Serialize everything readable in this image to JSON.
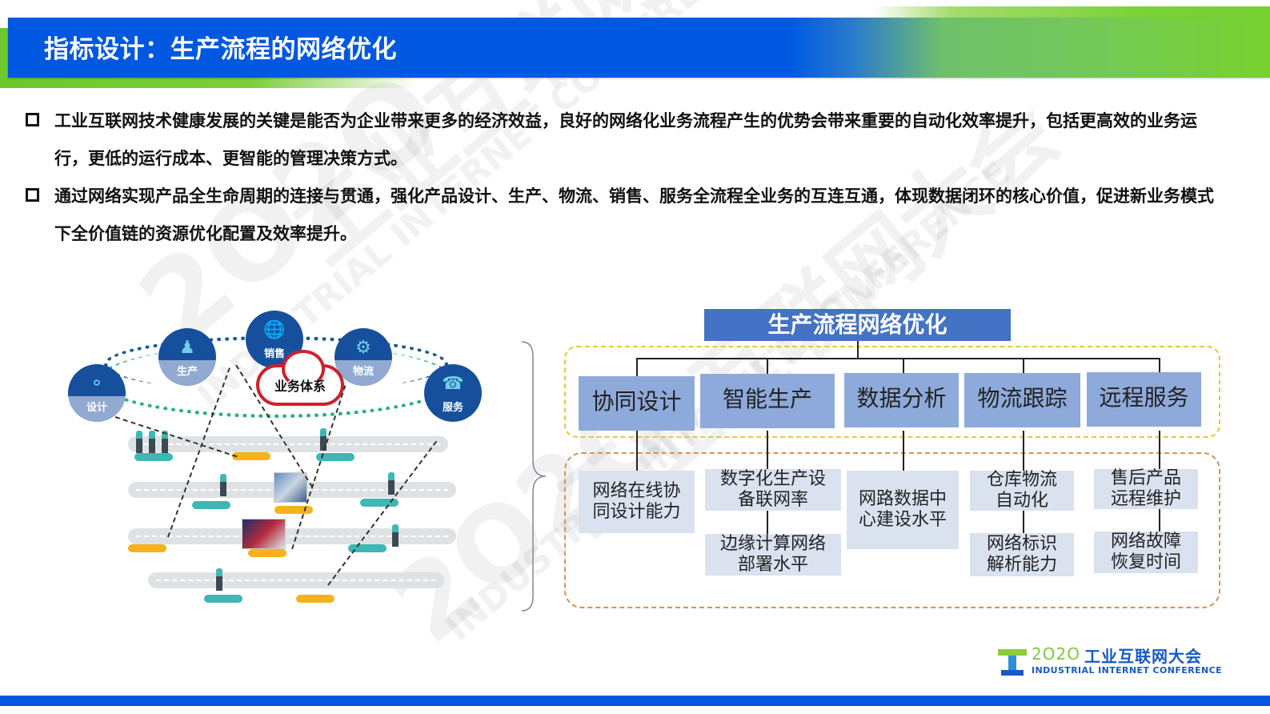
{
  "header": {
    "title": "指标设计：生产流程的网络优化",
    "colors": {
      "blue": "#0058e0",
      "green": "#77d22e"
    }
  },
  "watermark": {
    "year": "2O2O",
    "cn": "工业互联网大会",
    "en": "INDUSTRIAL INTERNET CONFERENCE"
  },
  "bullets": [
    {
      "text": "工业互联网技术健康发展的关键是能否为企业带来更多的经济效益，良好的网络化业务流程产生的优势会带来重要的自动化效率提升，包括更高效的业务运行，更低的运行成本、更智能的管理决策方式。"
    },
    {
      "text": "通过网络实现产品全生命周期的连接与贯通，强化产品设计、生产、物流、销售、服务全流程全业务的互连互通，体现数据闭环的核心价值，促进新业务模式下全价值链的资源优化配置及效率提升。"
    }
  ],
  "illustration": {
    "center_label": "业务体系",
    "nodes": [
      {
        "label": "设计",
        "icon": "chat-bubbles-icon"
      },
      {
        "label": "生产",
        "icon": "people-network-icon"
      },
      {
        "label": "销售",
        "icon": "globe-icon"
      },
      {
        "label": "物流",
        "icon": "monitor-gear-icon"
      },
      {
        "label": "服务",
        "icon": "headset-person-icon"
      }
    ]
  },
  "org_chart": {
    "root": "生产流程网络优化",
    "categories": [
      {
        "label": "协同设计",
        "metrics": [
          "网络在线协\n同设计能力"
        ]
      },
      {
        "label": "智能生产",
        "metrics": [
          "数字化生产设\n备联网率",
          "边缘计算网络\n部署水平"
        ]
      },
      {
        "label": "数据分析",
        "metrics": [
          "网路数据中\n心建设水平"
        ]
      },
      {
        "label": "物流跟踪",
        "metrics": [
          "仓库物流\n自动化",
          "网络标识\n解析能力"
        ]
      },
      {
        "label": "远程服务",
        "metrics": [
          "售后产品\n远程维护",
          "网络故障\n恢复时间"
        ]
      }
    ]
  },
  "footer": {
    "logo_year": "2O2O",
    "logo_cn": "工业互联网大会",
    "logo_en": "INDUSTRIAL INTERNET CONFERENCE"
  }
}
